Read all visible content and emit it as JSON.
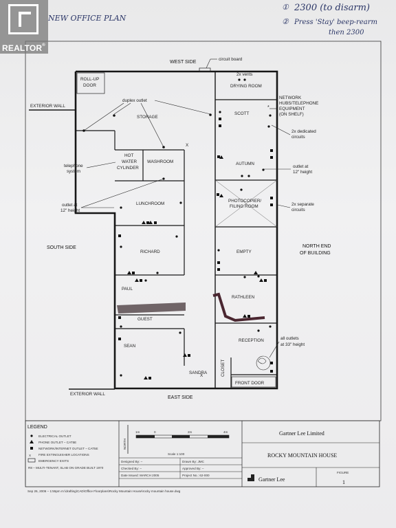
{
  "watermark": {
    "text": "REALTOR",
    "reg": "®"
  },
  "handwriting": {
    "title": "NEW OFFICE PLAN",
    "note1_num": "①",
    "note1": "2300 (to disarm)",
    "note2_num": "②",
    "note2": "Press 'Stay' beep-rearm",
    "note2b": "then 2300"
  },
  "plan": {
    "west_side": "WEST SIDE",
    "east_side": "EAST SIDE",
    "south_side": "SOUTH SIDE",
    "north_end_1": "NORTH END",
    "north_end_2": "OF BUILDING",
    "exterior_wall_top": "EXTERIOR WALL",
    "exterior_wall_bottom": "EXTERIOR WALL",
    "circuit_board": "circuit board",
    "vents": "2x vents",
    "drying_room": "DRYING ROOM",
    "network_1": "NETWORK",
    "network_2": "HUBS/TELEPHONE",
    "network_3": "EQUIPMENT",
    "network_4": "(ON SHELF)",
    "dedicated_1": "2x dedicated",
    "dedicated_2": "circuits",
    "roll_up_1": "ROLL-UP",
    "roll_up_2": "DOOR",
    "duplex_outlet": "duplex outlet",
    "storage": "STORAGE",
    "scott": "SCOTT",
    "telephone_1": "telephone",
    "telephone_2": "system",
    "hot_1": "HOT",
    "hot_2": "WATER",
    "hot_3": "CYLINDER",
    "washroom": "WASHROOM",
    "autumn": "AUTUMN",
    "outlet_right_1": "outlet at",
    "outlet_right_2": "12\" height",
    "outlet_left_1": "outlet at",
    "outlet_left_2": "12\" height",
    "lunchroom": "LUNCHROOM",
    "photocopier_1": "PHOTOCOPIER/",
    "photocopier_2": "FILING ROOM",
    "separate_1": "2x separate",
    "separate_2": "circuits",
    "richard": "RICHARD",
    "empty": "EMPTY",
    "paul": "PAUL",
    "rathleen": "RATHLEEN",
    "guest": "GUEST",
    "reception": "RECEPTION",
    "all_outlets_1": "all outlets",
    "all_outlets_2": "at 33\" height",
    "sean": "SEAN",
    "sandra": "SANDRA",
    "closet": "CLOSET",
    "front_door": "FRONT DOOR",
    "fire_mark": "X"
  },
  "legend": {
    "title": "LEGEND",
    "items": [
      "ELECTRICAL OUTLET",
      "PHONE OUTLET – CAT5E",
      "NETWORK/INTERNET OUTLET – CAT5E",
      "FIRE EXTINGUISHER LOCATIONS",
      "EMERGENCY EXITS"
    ],
    "note": "R8 – MULTI-TENANT, SLAB ON GRADE BUILT 1970",
    "north_rotated": "NORTH",
    "scale_0": "1m",
    "scale_1": "0",
    "scale_2": "2m",
    "scale_3": "4m",
    "scale_label": "Scale 1:100"
  },
  "titleblock": {
    "designed_by": "Designed By:  –",
    "drawn_by": "Drawn By:  JMC",
    "checked_by": "Checked By:  –",
    "approved_by": "Approved By:  –",
    "date_issued": "Date Issued: MARCH 2005",
    "project_no": "Project No.: 62-000",
    "company": "Gartner Lee Limited",
    "project": "ROCKY MOUNTAIN HOUSE",
    "logo_text": "Gartner Lee",
    "figure_label": "FIGURE",
    "figure_num": "1"
  },
  "footer": {
    "path": "Sep 26, 2006 – 1:55pm   m:\\drafting\\CAD\\Office Floorplans\\Rocky Mountain House\\rocky mountain house.dwg"
  },
  "colors": {
    "pencil": "#2a3566",
    "ink": "#161616",
    "paper": "#eeeeef",
    "hatch": "#5a2030"
  }
}
